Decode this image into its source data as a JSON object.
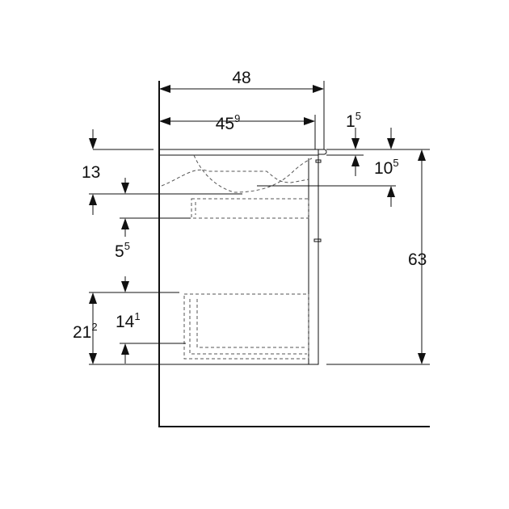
{
  "colors": {
    "line": "#111111",
    "hidden_line": "#555555",
    "background": "#ffffff"
  },
  "dimensions": {
    "width_outer": {
      "base": "48",
      "sup": ""
    },
    "width_inner": {
      "base": "45",
      "sup": "9"
    },
    "top_thickness": {
      "base": "1",
      "sup": "5"
    },
    "basin_depth": {
      "base": "10",
      "sup": "5"
    },
    "top_offset": {
      "base": "13",
      "sup": ""
    },
    "height_total": {
      "base": "63",
      "sup": ""
    },
    "drawer_gap": {
      "base": "5",
      "sup": "5"
    },
    "lower_height": {
      "base": "21",
      "sup": "2"
    },
    "lower_drawer": {
      "base": "14",
      "sup": "1"
    }
  }
}
